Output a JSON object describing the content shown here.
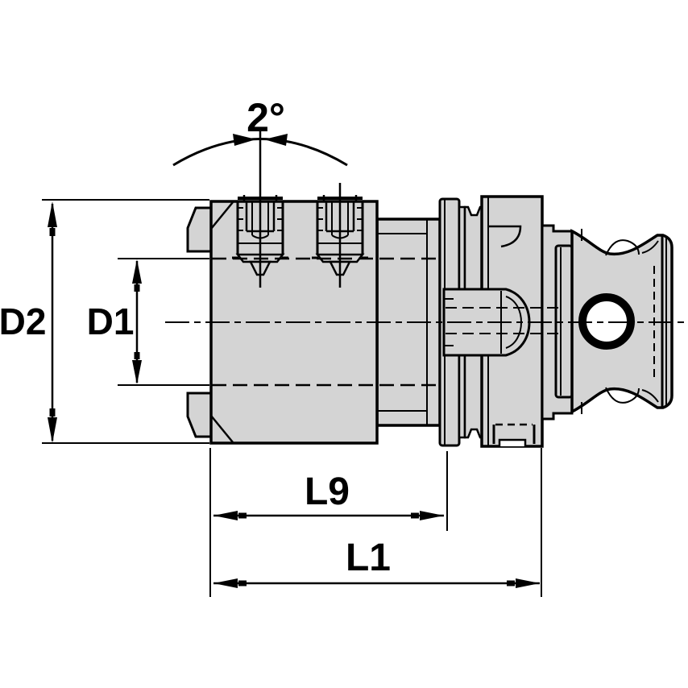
{
  "page": {
    "background": "#ffffff"
  },
  "drawing": {
    "kind": "technical-line-drawing",
    "colors": {
      "body_fill": "#d4d4d4",
      "line": "#000000",
      "hole_fill": "#ffffff"
    },
    "annotations": {
      "angle_label": "2°",
      "d2_label": "D2",
      "d1_label": "D1",
      "l9_label": "L9",
      "l1_label": "L1"
    }
  }
}
